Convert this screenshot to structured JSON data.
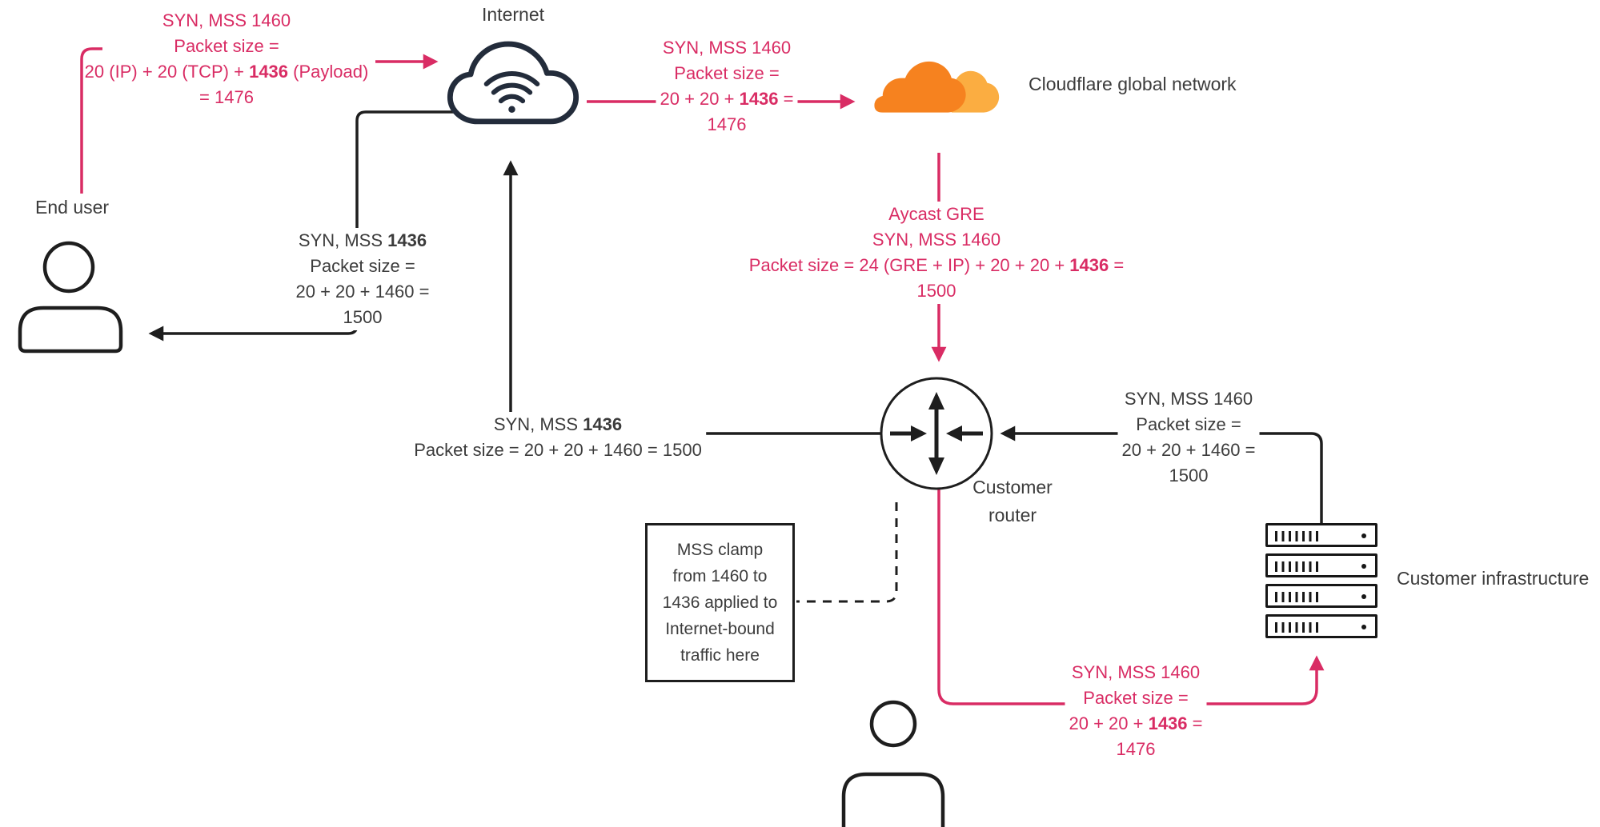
{
  "colors": {
    "pink": "#D92C64",
    "dark": "#1E1E1E",
    "navy": "#232C3B",
    "orange": "#F6821F",
    "orange_light": "#FBAD41",
    "text": "#3C3C3C"
  },
  "labels": {
    "internet": "Internet",
    "end_user": "End user",
    "cloudflare": "Cloudflare global network",
    "customer_router": [
      "Customer",
      "router"
    ],
    "customer_infrastructure": "Customer infrastructure"
  },
  "annotations": {
    "user_to_internet": [
      [
        {
          "t": "SYN, MSS 1460"
        }
      ],
      [
        {
          "t": "Packet size ="
        }
      ],
      [
        {
          "t": "20 (IP) + 20 (TCP) + "
        },
        {
          "t": "1436",
          "b": true
        },
        {
          "t": " (Payload)"
        }
      ],
      [
        {
          "t": "= 1476"
        }
      ]
    ],
    "internet_to_cloudflare": [
      [
        {
          "t": "SYN, MSS 1460"
        }
      ],
      [
        {
          "t": "Packet size ="
        }
      ],
      [
        {
          "t": "20 + 20 + "
        },
        {
          "t": "1436",
          "b": true
        },
        {
          "t": " ="
        }
      ],
      [
        {
          "t": "1476"
        }
      ]
    ],
    "cloudflare_to_router": [
      [
        {
          "t": "Aycast GRE"
        }
      ],
      [
        {
          "t": "SYN, MSS 1460"
        }
      ],
      [
        {
          "t": "Packet size = 24 (GRE + IP) + 20 + 20 + "
        },
        {
          "t": "1436",
          "b": true
        },
        {
          "t": " ="
        }
      ],
      [
        {
          "t": "1500"
        }
      ]
    ],
    "router_to_infra": [
      [
        {
          "t": "SYN, MSS 1460"
        }
      ],
      [
        {
          "t": "Packet size ="
        }
      ],
      [
        {
          "t": "20 + 20 + "
        },
        {
          "t": "1436",
          "b": true
        },
        {
          "t": " ="
        }
      ],
      [
        {
          "t": "1476"
        }
      ]
    ],
    "internet_to_user": [
      [
        {
          "t": "SYN, MSS "
        },
        {
          "t": "1436",
          "b": true
        }
      ],
      [
        {
          "t": "Packet size ="
        }
      ],
      [
        {
          "t": "20 + 20 + 1460 ="
        }
      ],
      [
        {
          "t": "1500"
        }
      ]
    ],
    "router_to_internet": [
      [
        {
          "t": "SYN, MSS "
        },
        {
          "t": "1436",
          "b": true
        }
      ],
      [
        {
          "t": "Packet size = 20 + 20 + 1460 = 1500"
        }
      ]
    ],
    "infra_to_router": [
      [
        {
          "t": "SYN, MSS 1460"
        }
      ],
      [
        {
          "t": "Packet size ="
        }
      ],
      [
        {
          "t": "20 + 20 + 1460 ="
        }
      ],
      [
        {
          "t": "1500"
        }
      ]
    ],
    "mss_clamp_note": [
      [
        {
          "t": "MSS clamp"
        }
      ],
      [
        {
          "t": "from 1460 to"
        }
      ],
      [
        {
          "t": "1436 applied to"
        }
      ],
      [
        {
          "t": "Internet-bound"
        }
      ],
      [
        {
          "t": "traffic here"
        }
      ]
    ]
  }
}
